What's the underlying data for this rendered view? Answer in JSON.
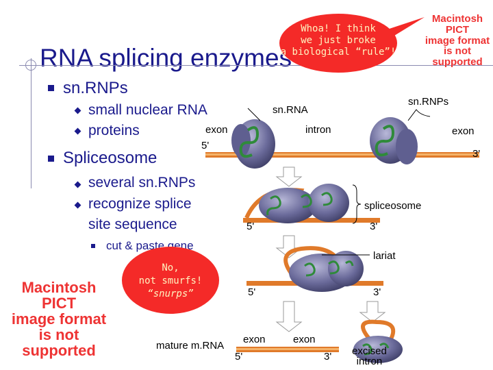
{
  "title": "RNA splicing enzymes",
  "bullets": {
    "snrnps": "sn.RNPs",
    "snrnps_sub": [
      "small nuclear RNA",
      "proteins"
    ],
    "spliceosome": "Spliceosome",
    "spliceosome_sub": [
      "several sn.RNPs",
      "recognize splice",
      "site sequence"
    ],
    "spliceosome_sub2": "cut & paste gene"
  },
  "speech_top": [
    "Whoa! I think",
    "we just broke",
    "a biological “rule”!"
  ],
  "speech_bottom": [
    "No,",
    "not smurfs!",
    "“snurps”"
  ],
  "pict_notice": [
    "Macintosh PICT",
    "image format",
    "is not supported"
  ],
  "diagram": {
    "snrna": "sn.RNA",
    "snrnps": "sn.RNPs",
    "intron": "intron",
    "exon_left": "exon",
    "exon_right": "exon",
    "five_prime_1": "5'",
    "three_prime_1": "3'",
    "spliceosome": "spliceosome",
    "five_prime_2": "5'",
    "three_prime_2": "3'",
    "lariat": "lariat",
    "five_prime_3": "5'",
    "three_prime_3": "3'",
    "mature_mrna": "mature m.RNA",
    "exon_mature_1": "exon",
    "exon_mature_2": "exon",
    "five_prime_4": "5'",
    "three_prime_4": "3'",
    "excised_intron": [
      "excised",
      "intron"
    ]
  },
  "colors": {
    "text_blue": "#1a1a8c",
    "bubble_red": "#f42a28",
    "pict_red": "#ee3333",
    "rna_orange": "#e07a2a",
    "snrnp_purple": "#6a6a9a",
    "snrna_green": "#2f8a3a"
  }
}
